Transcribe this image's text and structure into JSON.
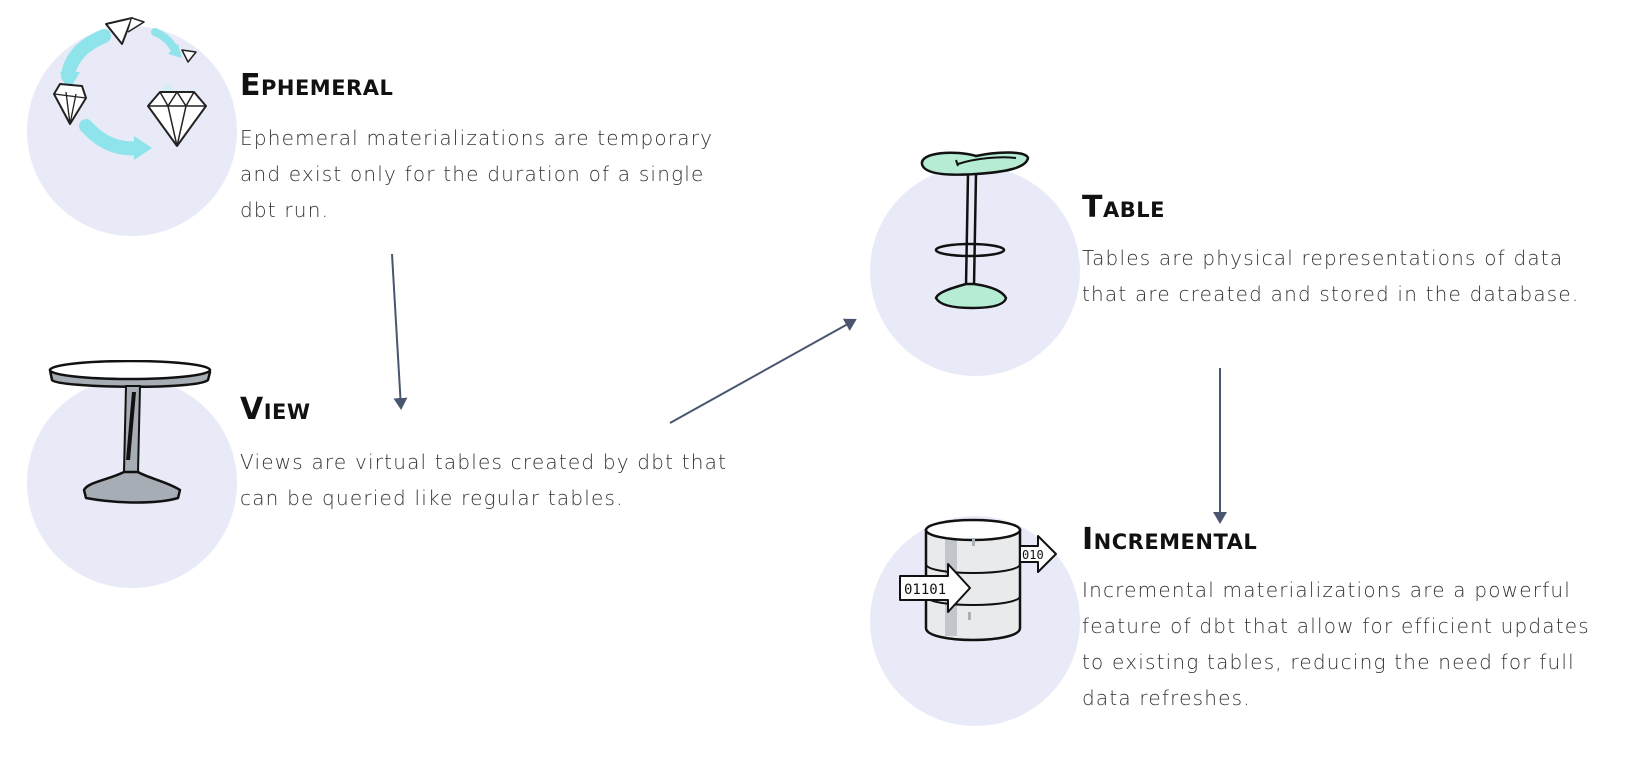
{
  "nodes": {
    "ephemeral": {
      "title": "Ephemeral",
      "description": "Ephemeral materializations are temporary and exist only for the duration of a single dbt run.",
      "icon": "diamond-cycle-icon"
    },
    "view": {
      "title": "View",
      "description": "Views are virtual tables created by dbt that can be queried like regular tables.",
      "icon": "round-table-icon"
    },
    "table": {
      "title": "Table",
      "description": "Tables are physical representations of data that are created and stored in the database.",
      "icon": "bar-stool-icon"
    },
    "incremental": {
      "title": "Incremental",
      "description": "Incremental materializations are a powerful feature of dbt that allow for efficient updates to existing tables, reducing the need for full data refreshes.",
      "icon": "database-cylinder-icon",
      "icon_labels": {
        "in": "01101",
        "out": "010"
      }
    }
  },
  "edges": [
    {
      "from": "ephemeral",
      "to": "view"
    },
    {
      "from": "view",
      "to": "table"
    },
    {
      "from": "table",
      "to": "incremental"
    }
  ],
  "colors": {
    "circle": "#e9eaf8",
    "arrow": "#4a5670",
    "accent_cyan": "#8fe3ea",
    "accent_mint": "#b5ecd3",
    "gray_table": "#a7adb4"
  }
}
